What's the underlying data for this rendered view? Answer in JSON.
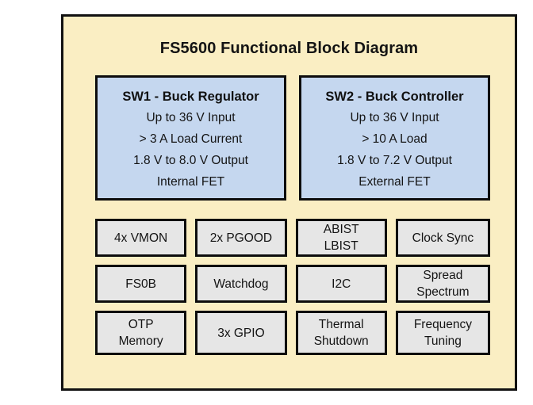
{
  "diagram": {
    "title": "FS5600 Functional Block Diagram",
    "colors": {
      "frame_background": "#faeec3",
      "frame_border": "#111111",
      "sw_block_fill": "#c5d7ef",
      "feature_block_fill": "#e6e6e6",
      "text": "#141414"
    },
    "sw_blocks": [
      {
        "title": "SW1 - Buck Regulator",
        "lines": [
          "Up to 36 V Input",
          "> 3 A Load Current",
          "1.8 V to 8.0 V Output",
          "Internal FET"
        ]
      },
      {
        "title": "SW2 - Buck Controller",
        "lines": [
          "Up to 36 V Input",
          "> 10 A Load",
          "1.8 V to 7.2 V Output",
          "External FET"
        ]
      }
    ],
    "feature_rows": [
      [
        {
          "lines": [
            "4x VMON"
          ]
        },
        {
          "lines": [
            "2x PGOOD"
          ]
        },
        {
          "lines": [
            "ABIST",
            "LBIST"
          ]
        },
        {
          "lines": [
            "Clock Sync"
          ]
        }
      ],
      [
        {
          "lines": [
            "FS0B"
          ]
        },
        {
          "lines": [
            "Watchdog"
          ]
        },
        {
          "lines": [
            "I2C"
          ]
        },
        {
          "lines": [
            "Spread",
            "Spectrum"
          ]
        }
      ],
      [
        {
          "lines": [
            "OTP",
            "Memory"
          ]
        },
        {
          "lines": [
            "3x GPIO"
          ]
        },
        {
          "lines": [
            "Thermal",
            "Shutdown"
          ]
        },
        {
          "lines": [
            "Frequency",
            "Tuning"
          ]
        }
      ]
    ]
  }
}
